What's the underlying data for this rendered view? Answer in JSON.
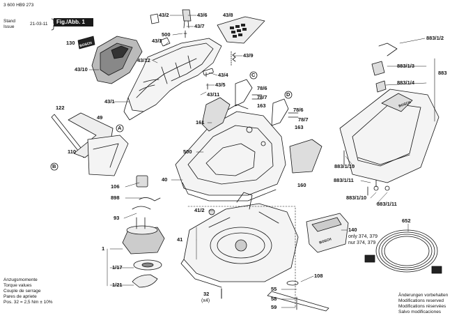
{
  "header": {
    "doc_number": "3 600 HB9 273",
    "stand_label": "Stand",
    "issue_label": "Issue",
    "date": "21-03-11",
    "figure": "Fig./Abb. 1"
  },
  "labels": {
    "p43_2": "43/2",
    "p43_6": "43/6",
    "p43_8": "43/8",
    "p500a": "500",
    "p43_7": "43/7",
    "p43_3": "43/3",
    "p130": "130",
    "p43_12": "43/12",
    "p43_10": "43/10",
    "p43_9": "43/9",
    "p43_4": "43/4",
    "p43_5": "43/5",
    "p43_11": "43/11",
    "p43_1": "43/1",
    "pC": "C",
    "p78_6a": "78/6",
    "p78_7a": "78/7",
    "p163a": "163",
    "pD": "D",
    "p78_6b": "78/6",
    "p78_7b": "78/7",
    "p163b": "163",
    "p161": "161",
    "p122": "122",
    "p49": "49",
    "pA": "A",
    "p110": "110",
    "pB": "B",
    "p500b": "500",
    "p40": "40",
    "p160": "160",
    "p106": "106",
    "p898": "898",
    "p93": "93",
    "p41_2": "41/2",
    "p41": "41",
    "p1": "1",
    "p1_17": "1/17",
    "p1_21": "1/21",
    "p32": "32",
    "p32x": "(x4)",
    "p108": "108",
    "p55": "55",
    "p58": "58",
    "p59": "59",
    "p883_1_2": "883/1/2",
    "p883_1_3": "883/1/3",
    "p883": "883",
    "p883_1_4": "883/1/4",
    "p883_1_10a": "883/1/10",
    "p883_1_11a": "883/1/11",
    "p883_1_10b": "883/1/10",
    "p883_1_11b": "883/1/11",
    "p140": "140",
    "p140_note1": "only 374, 379",
    "p140_note2": "nur 374, 379",
    "p652": "652"
  },
  "torque_notes": [
    "Anzugsmomente",
    "Torque values",
    "Couple de serrage",
    "Pares de apriete",
    "Pos. 32 = 2,5 Nm ± 10%"
  ],
  "change_notes": [
    "Änderungen vorbehalten",
    "Modifications reserved",
    "Modifications réservées",
    "Salvo modificaciones"
  ],
  "brand_marks": {
    "grass_box_logo": "BOSCH",
    "lid_logo": "BOSCH",
    "battery_logo": "BOSCH"
  }
}
